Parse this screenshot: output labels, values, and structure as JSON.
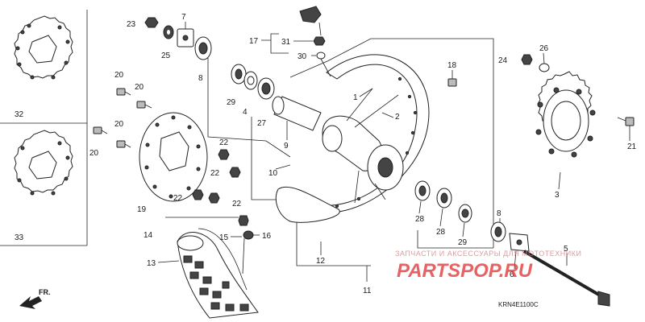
{
  "diagram": {
    "labels": {
      "p1": "1",
      "p2": "2",
      "p3": "3",
      "p4": "4",
      "p5": "5",
      "p6": "6",
      "p7": "7",
      "p8a": "8",
      "p8b": "8",
      "p9": "9",
      "p10": "10",
      "p11": "11",
      "p12": "12",
      "p13": "13",
      "p14": "14",
      "p15": "15",
      "p16": "16",
      "p17": "17",
      "p18": "18",
      "p19": "19",
      "p20a": "20",
      "p20b": "20",
      "p20c": "20",
      "p20d": "20",
      "p21": "21",
      "p22a": "22",
      "p22b": "22",
      "p22c": "22",
      "p22d": "22",
      "p23": "23",
      "p24": "24",
      "p25": "25",
      "p26": "26",
      "p27": "27",
      "p28a": "28",
      "p28b": "28",
      "p29a": "29",
      "p29b": "29",
      "p30": "30",
      "p31": "31",
      "p32": "32",
      "p33": "33"
    },
    "direction_label": "FR.",
    "diagram_code": "KRN4E1100C",
    "watermark": {
      "top_line": "ЗАПЧАСТИ И АКСЕССУАРЫ ДЛЯ МОТОТЕХНИКИ",
      "brand": "PARTSPOP.RU"
    },
    "colors": {
      "line": "#222222",
      "watermark": "#e23b3b"
    }
  }
}
